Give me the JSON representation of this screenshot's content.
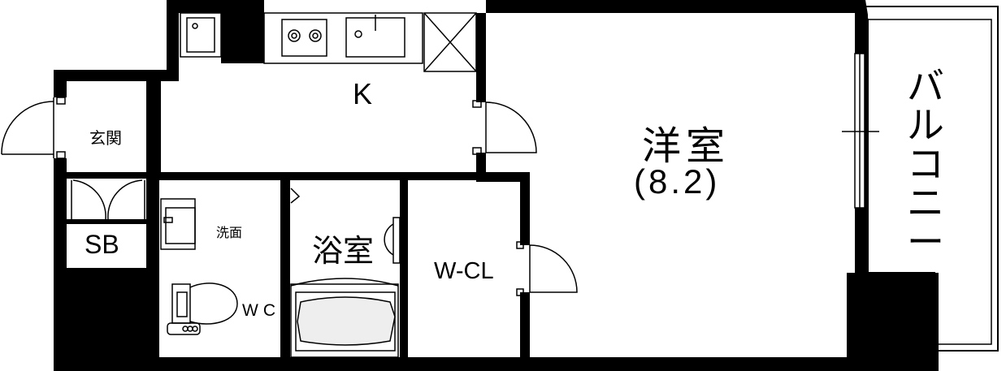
{
  "floorplan": {
    "rooms": {
      "kitchen": "K",
      "genkan": "玄関",
      "shoe_box": "SB",
      "washroom": "洗面",
      "toilet": "WC",
      "bathroom": "浴室",
      "closet": "W-CL",
      "western_room": "洋室",
      "western_room_size": "(8.2)",
      "balcony": [
        "バ",
        "ル",
        "コ",
        "ニ",
        "ー"
      ]
    }
  }
}
